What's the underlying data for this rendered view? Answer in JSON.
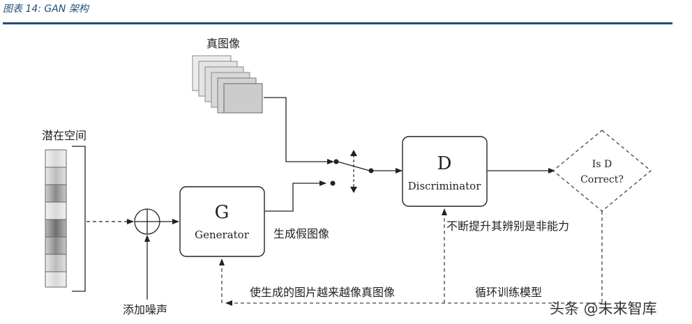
{
  "caption": "图表 14: GAN 架构",
  "diagram": {
    "real_images_label": "真图像",
    "latent_space_label": "潜在空间",
    "add_noise_label": "添加噪声",
    "generator_letter": "G",
    "generator_label": "Generator",
    "fake_images_label": "生成假图像",
    "discriminator_letter": "D",
    "discriminator_label": "Discriminator",
    "decision_line1": "Is D",
    "decision_line2": "Correct?",
    "improve_label": "不断提升其辨别是非能力",
    "feedback_label": "使生成的图片越来越像真图像",
    "loop_label": "循环训练模型"
  },
  "watermark": "头条 @未来智库"
}
